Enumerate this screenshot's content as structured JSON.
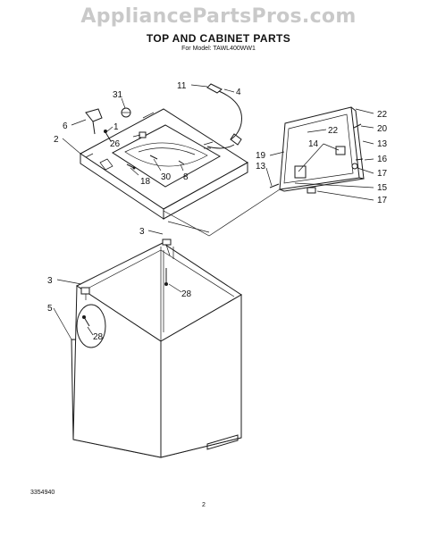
{
  "watermark": "AppliancePartsPros.com",
  "title": "TOP AND CABINET PARTS",
  "subtitle": "For Model: TAWL400WW1",
  "footer": {
    "code": "3354940",
    "page": "2"
  },
  "callouts": {
    "c11": "11",
    "c4": "4",
    "c31": "31",
    "c6": "6",
    "c1": "1",
    "c2": "2",
    "c26": "26",
    "c30": "30",
    "c8": "8",
    "c18": "18",
    "c22a": "22",
    "c22b": "22",
    "c20": "20",
    "c14": "14",
    "c13a": "13",
    "c19": "19",
    "c13b": "13",
    "c16": "16",
    "c17a": "17",
    "c15": "15",
    "c17b": "17",
    "c3a": "3",
    "c28a": "28",
    "c3b": "3",
    "c5": "5",
    "c28b": "28"
  }
}
